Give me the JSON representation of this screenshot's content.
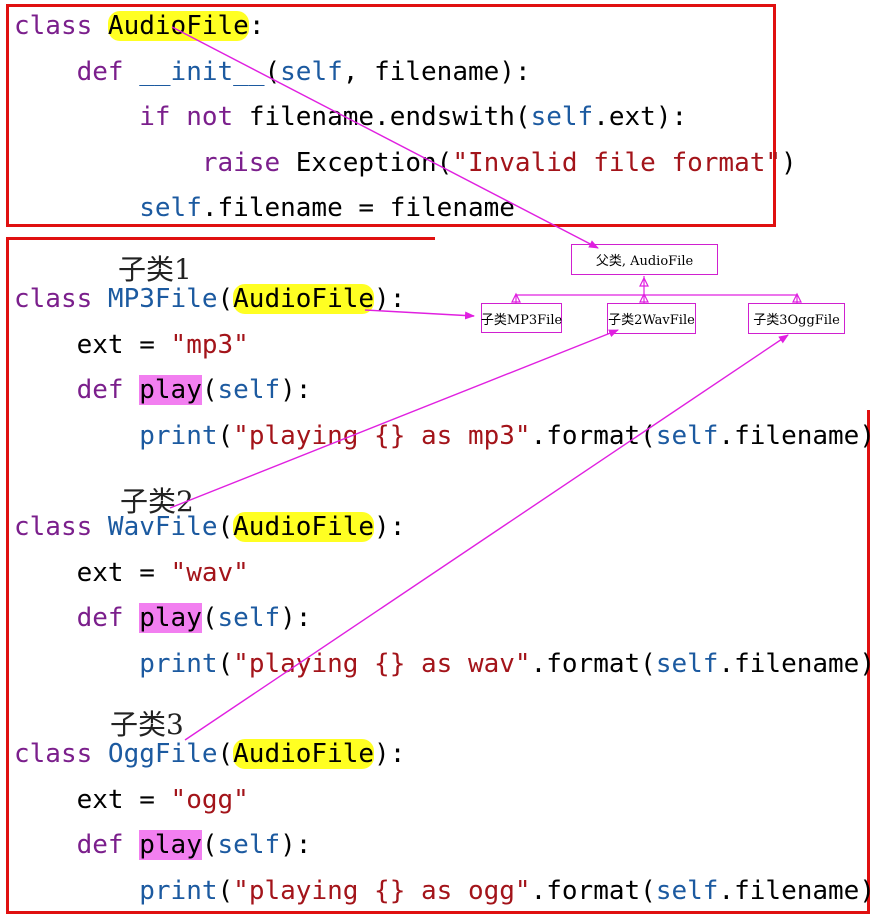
{
  "code_block_1": [
    {
      "indent": 0,
      "tokens": [
        {
          "t": "class ",
          "c": "kw"
        },
        {
          "t": "AudioFile",
          "c": "hl-yellow"
        },
        {
          "t": ":",
          "c": ""
        }
      ]
    },
    {
      "indent": 1,
      "tokens": [
        {
          "t": "def ",
          "c": "kw"
        },
        {
          "t": "__init__",
          "c": "blue"
        },
        {
          "t": "(",
          "c": ""
        },
        {
          "t": "self",
          "c": "blue"
        },
        {
          "t": ", filename):",
          "c": ""
        }
      ]
    },
    {
      "indent": 2,
      "tokens": [
        {
          "t": "if not ",
          "c": "kw"
        },
        {
          "t": "filename.endswith(",
          "c": ""
        },
        {
          "t": "self",
          "c": "blue"
        },
        {
          "t": ".ext):",
          "c": ""
        }
      ]
    },
    {
      "indent": 3,
      "tokens": [
        {
          "t": "raise ",
          "c": "kw"
        },
        {
          "t": "Exception(",
          "c": ""
        },
        {
          "t": "\"Invalid file format\"",
          "c": "str"
        },
        {
          "t": ")",
          "c": ""
        }
      ]
    },
    {
      "indent": 2,
      "tokens": [
        {
          "t": "self",
          "c": "blue"
        },
        {
          "t": ".filename = filename",
          "c": ""
        }
      ]
    }
  ],
  "subclasses": [
    {
      "label": "子类1",
      "lines": [
        {
          "indent": 0,
          "tokens": [
            {
              "t": "class ",
              "c": "kw"
            },
            {
              "t": "MP3File",
              "c": "blue"
            },
            {
              "t": "(",
              "c": ""
            },
            {
              "t": "AudioFile",
              "c": "hl-yellow"
            },
            {
              "t": "):",
              "c": ""
            }
          ]
        },
        {
          "indent": 1,
          "tokens": [
            {
              "t": "ext = ",
              "c": ""
            },
            {
              "t": "\"mp3\"",
              "c": "str"
            }
          ]
        },
        {
          "indent": 1,
          "tokens": [
            {
              "t": "def ",
              "c": "kw"
            },
            {
              "t": "play",
              "c": "hl-pink"
            },
            {
              "t": "(",
              "c": ""
            },
            {
              "t": "self",
              "c": "blue"
            },
            {
              "t": "):",
              "c": ""
            }
          ]
        },
        {
          "indent": 2,
          "tokens": [
            {
              "t": "print",
              "c": "blue"
            },
            {
              "t": "(",
              "c": ""
            },
            {
              "t": "\"playing {} as mp3\"",
              "c": "str"
            },
            {
              "t": ".format(",
              "c": ""
            },
            {
              "t": "self",
              "c": "blue"
            },
            {
              "t": ".filename))",
              "c": ""
            }
          ]
        }
      ]
    },
    {
      "label": "子类2",
      "lines": [
        {
          "indent": 0,
          "tokens": [
            {
              "t": "class ",
              "c": "kw"
            },
            {
              "t": "WavFile",
              "c": "blue"
            },
            {
              "t": "(",
              "c": ""
            },
            {
              "t": "AudioFile",
              "c": "hl-yellow"
            },
            {
              "t": "):",
              "c": ""
            }
          ]
        },
        {
          "indent": 1,
          "tokens": [
            {
              "t": "ext = ",
              "c": ""
            },
            {
              "t": "\"wav\"",
              "c": "str"
            }
          ]
        },
        {
          "indent": 1,
          "tokens": [
            {
              "t": "def ",
              "c": "kw"
            },
            {
              "t": "play",
              "c": "hl-pink"
            },
            {
              "t": "(",
              "c": ""
            },
            {
              "t": "self",
              "c": "blue"
            },
            {
              "t": "):",
              "c": ""
            }
          ]
        },
        {
          "indent": 2,
          "tokens": [
            {
              "t": "print",
              "c": "blue"
            },
            {
              "t": "(",
              "c": ""
            },
            {
              "t": "\"playing {} as wav\"",
              "c": "str"
            },
            {
              "t": ".format(",
              "c": ""
            },
            {
              "t": "self",
              "c": "blue"
            },
            {
              "t": ".filename))",
              "c": ""
            }
          ]
        }
      ]
    },
    {
      "label": "子类3",
      "lines": [
        {
          "indent": 0,
          "tokens": [
            {
              "t": "class ",
              "c": "kw"
            },
            {
              "t": "OggFile",
              "c": "blue"
            },
            {
              "t": "(",
              "c": ""
            },
            {
              "t": "AudioFile",
              "c": "hl-yellow"
            },
            {
              "t": "):",
              "c": ""
            }
          ]
        },
        {
          "indent": 1,
          "tokens": [
            {
              "t": "ext = ",
              "c": ""
            },
            {
              "t": "\"ogg\"",
              "c": "str"
            }
          ]
        },
        {
          "indent": 1,
          "tokens": [
            {
              "t": "def ",
              "c": "kw"
            },
            {
              "t": "play",
              "c": "hl-pink"
            },
            {
              "t": "(",
              "c": ""
            },
            {
              "t": "self",
              "c": "blue"
            },
            {
              "t": "):",
              "c": ""
            }
          ]
        },
        {
          "indent": 2,
          "tokens": [
            {
              "t": "print",
              "c": "blue"
            },
            {
              "t": "(",
              "c": ""
            },
            {
              "t": "\"playing {} as ogg\"",
              "c": "str"
            },
            {
              "t": ".format(",
              "c": ""
            },
            {
              "t": "self",
              "c": "blue"
            },
            {
              "t": ".filename))",
              "c": ""
            }
          ]
        }
      ]
    }
  ],
  "uml": {
    "parent": "父类, AudioFile",
    "children": [
      "子类MP3File",
      "子类2WavFile",
      "子类3OggFile"
    ]
  },
  "colors": {
    "frame": "#e01010",
    "arrow": "#e020e0",
    "keyword": "#7b1f8c",
    "identifier": "#1c5aa0",
    "string": "#a3141a",
    "highlight_yellow": "#ffff22",
    "highlight_pink": "#f27ff0"
  }
}
